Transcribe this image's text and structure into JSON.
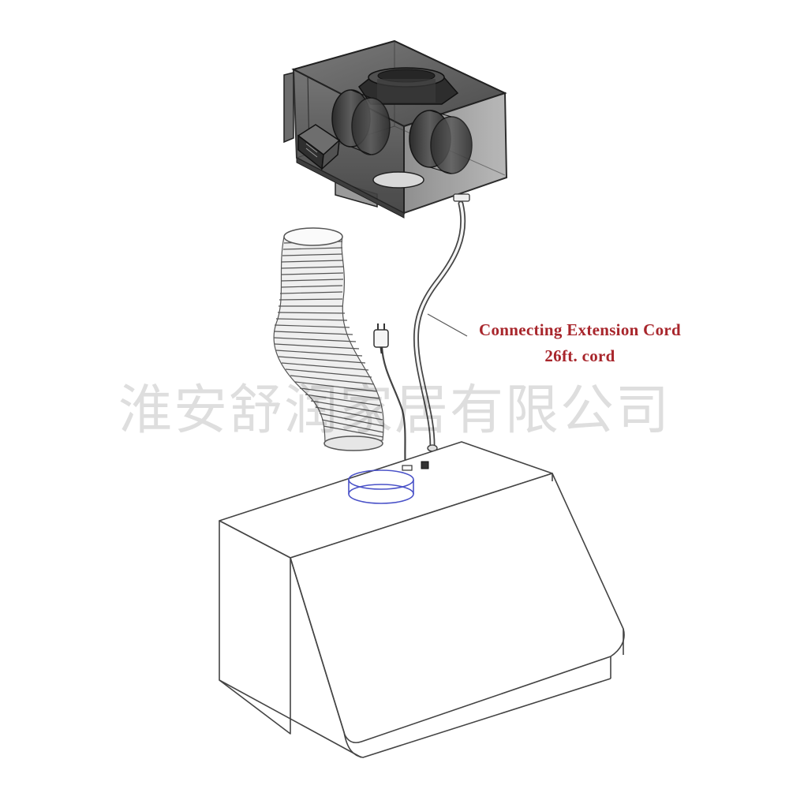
{
  "labels": {
    "cord_name": "Connecting Extension Cord",
    "cord_length": "26ft. cord"
  },
  "watermark": "淮安舒润家居有限公司",
  "colors": {
    "label_red": "#a8262c",
    "collar_blue": "#4a52c8",
    "blower_body": "#5c5c5c",
    "line_gray": "#444444"
  }
}
